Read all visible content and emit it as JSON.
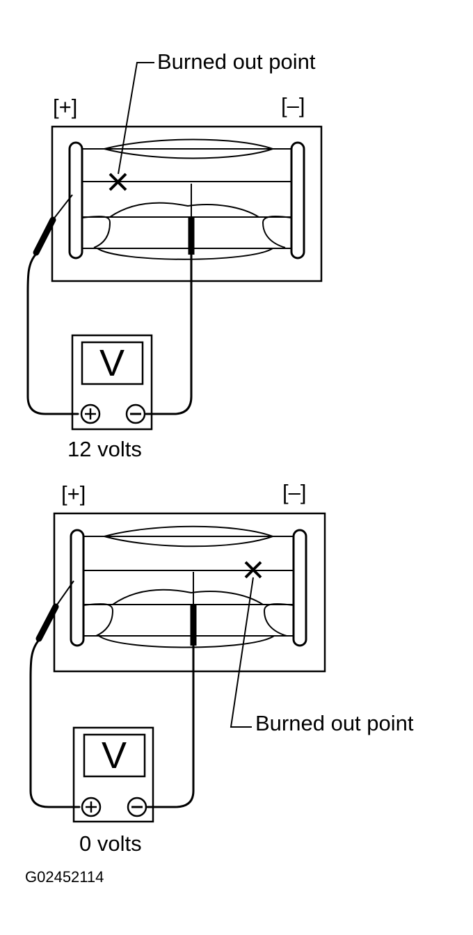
{
  "top": {
    "plus_label": "[+]",
    "minus_label": "[–]",
    "callout": "Burned out point",
    "meter_letter": "V",
    "reading": "12 volts"
  },
  "bottom": {
    "plus_label": "[+]",
    "minus_label": "[–]",
    "callout": "Burned out point",
    "meter_letter": "V",
    "reading": "0 volts"
  },
  "figure_code": "G02452114"
}
